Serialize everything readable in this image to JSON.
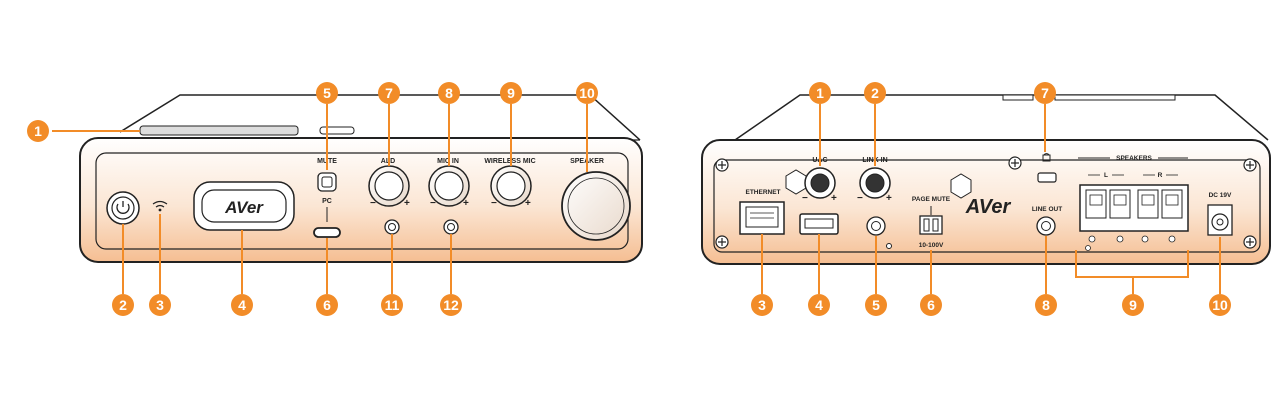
{
  "brand": "AVer",
  "front": {
    "labels": {
      "mute": "MUTE",
      "pc": "PC",
      "ald": "ALD",
      "mic_in": "MIC IN",
      "wireless_mic": "WIRELESS MIC",
      "speaker": "SPEAKER",
      "minus": "−",
      "plus": "+"
    },
    "callouts": [
      "1",
      "2",
      "3",
      "4",
      "5",
      "6",
      "7",
      "8",
      "9",
      "10",
      "11",
      "12"
    ]
  },
  "rear": {
    "labels": {
      "uac": "UAC",
      "link_in": "LINK IN",
      "ethernet": "ETHERNET",
      "page_mute": "PAGE MUTE",
      "page_voltage": "10-100V",
      "line_out": "LINE OUT",
      "speakers": "SPEAKERS",
      "left": "L",
      "right": "R",
      "dc": "DC 19V",
      "minus": "−",
      "plus": "+"
    },
    "callouts": [
      "1",
      "2",
      "3",
      "4",
      "5",
      "6",
      "7",
      "8",
      "9",
      "10"
    ]
  },
  "colors": {
    "accent": "#F28C28",
    "outline": "#222222",
    "panel_top": "#ffffff",
    "panel_bottom": "#F7C9A0"
  }
}
